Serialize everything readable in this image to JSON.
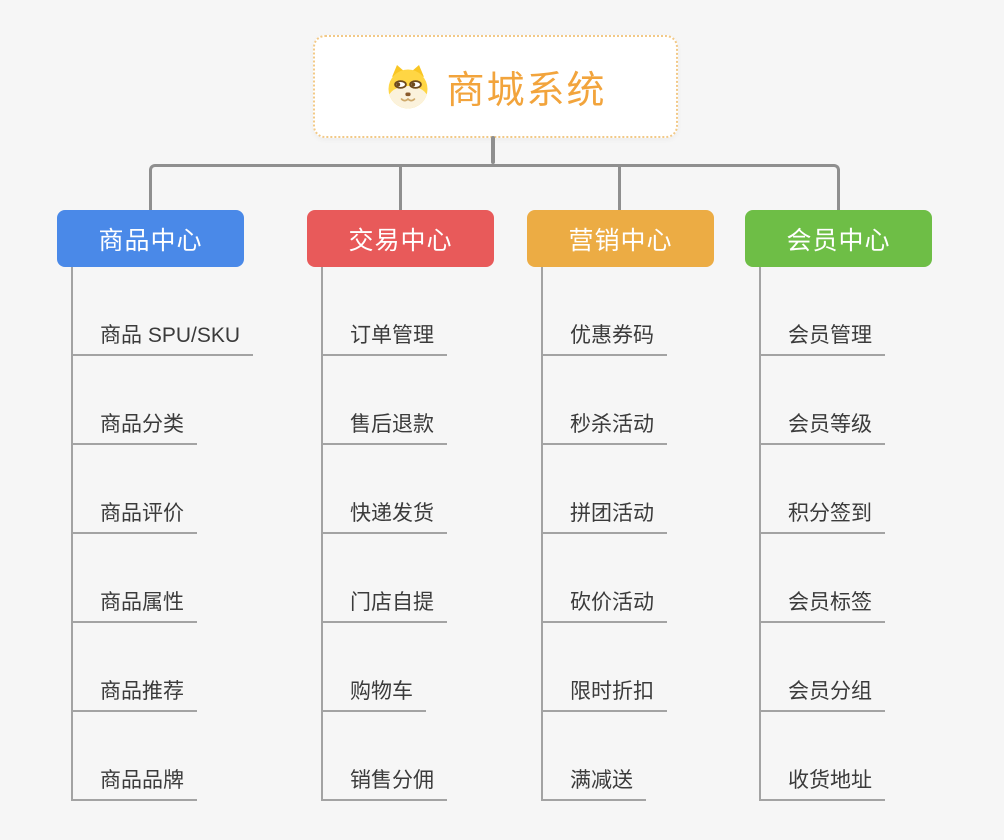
{
  "canvas": {
    "background": "#f6f6f6",
    "connector_color": "#8f8f8f",
    "underline_color": "#a3a3a3",
    "child_text_color": "#3b3b3b"
  },
  "root": {
    "title": "商城系统",
    "text_color": "#f2a43c",
    "border_color": "#f2c987",
    "icon": "dog-face-icon"
  },
  "branches": [
    {
      "id": "product-center",
      "label": "商品中心",
      "color": "#4a89e8",
      "children": [
        "商品 SPU/SKU",
        "商品分类",
        "商品评价",
        "商品属性",
        "商品推荐",
        "商品品牌"
      ]
    },
    {
      "id": "trade-center",
      "label": "交易中心",
      "color": "#e85a5a",
      "children": [
        "订单管理",
        "售后退款",
        "快递发货",
        "门店自提",
        "购物车",
        "销售分佣"
      ]
    },
    {
      "id": "marketing-center",
      "label": "营销中心",
      "color": "#ecac44",
      "children": [
        "优惠券码",
        "秒杀活动",
        "拼团活动",
        "砍价活动",
        "限时折扣",
        "满减送"
      ]
    },
    {
      "id": "member-center",
      "label": "会员中心",
      "color": "#6ebe46",
      "children": [
        "会员管理",
        "会员等级",
        "积分签到",
        "会员标签",
        "会员分组",
        "收货地址"
      ]
    }
  ]
}
